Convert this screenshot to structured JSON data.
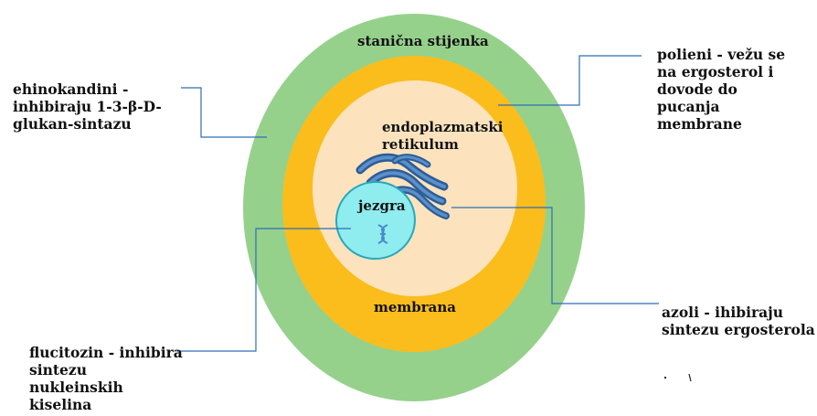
{
  "layers": {
    "cell_wall": {
      "label": "stanična stijenka",
      "color": "#96d18c"
    },
    "membrane": {
      "label": "membrana",
      "color": "#fbbd1c"
    },
    "er": {
      "label_lines": [
        "endoplazmatski",
        "retikulum"
      ],
      "color": "#fce3bd"
    },
    "nucleus": {
      "label": "jezgra",
      "color": "#8fecef",
      "border": "#2aa7b9"
    },
    "er_color": "#2b5d97",
    "dna_color": "#4a8ac9"
  },
  "annotations": {
    "echinocandins": {
      "lines": [
        "ehinokandini -",
        "inhibiraju 1-3-β-D-",
        "glukan-sintazu"
      ]
    },
    "polyenes": {
      "lines": [
        "polieni - vežu se",
        "na ergosterol i",
        "dovode do",
        "pucanja",
        "membrane"
      ]
    },
    "azoles": {
      "lines": [
        "azoli - ihibiraju",
        "sintezu ergosterola"
      ]
    },
    "flucytosine": {
      "lines": [
        "flucitozin - inhibira",
        "sintezu",
        "nukleinskih",
        "kiselina"
      ]
    }
  },
  "leader_color": "#2e6db8"
}
